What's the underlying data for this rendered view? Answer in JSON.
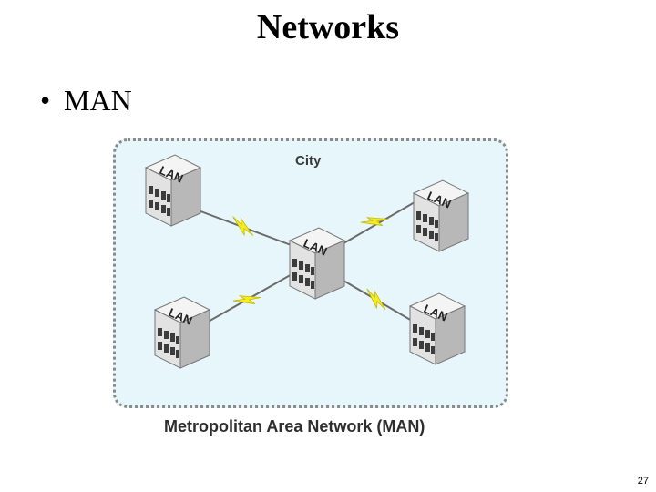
{
  "slide": {
    "title": "Networks",
    "bullet": "MAN",
    "page_number": "27"
  },
  "diagram": {
    "area_label": "City",
    "caption": "Metropolitan Area Network (MAN)",
    "node_label": "LAN",
    "colors": {
      "area_fill": "#e6f6fb",
      "area_border": "#8a8a8a",
      "link_line": "#6b6b6b",
      "lightning": "#f2ee22"
    }
  }
}
